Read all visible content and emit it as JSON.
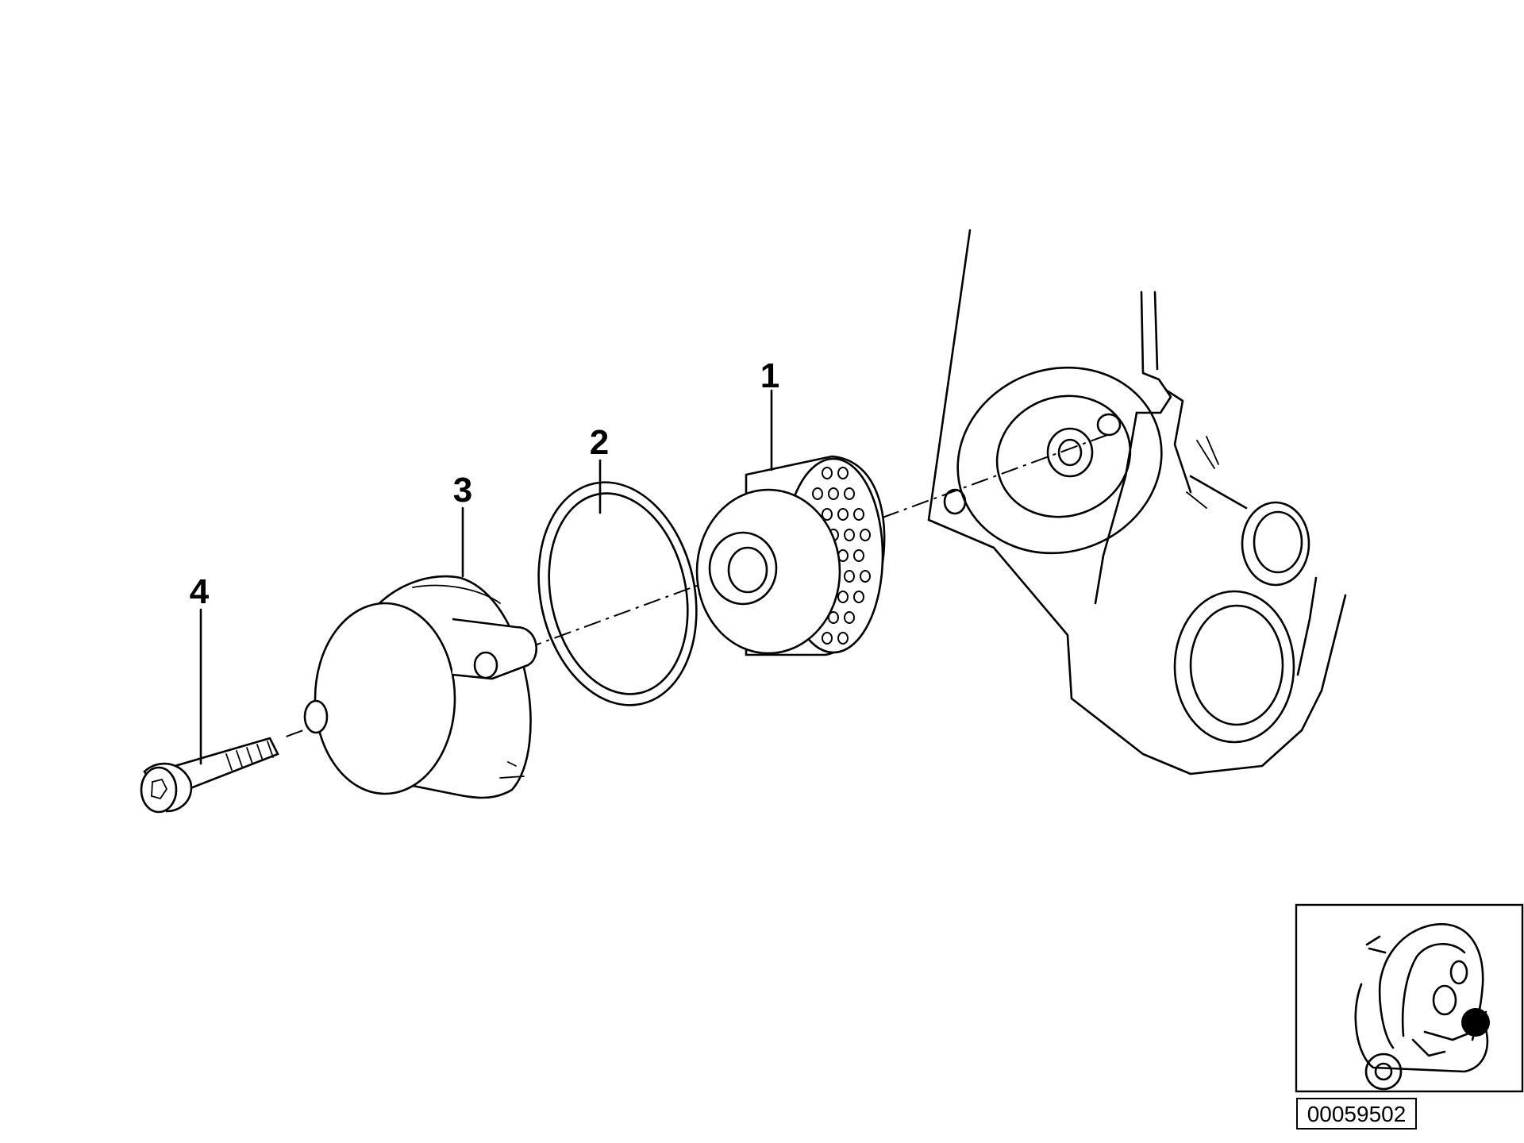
{
  "callouts": {
    "part_1": "1",
    "part_2": "2",
    "part_3": "3",
    "part_4": "4"
  },
  "reference_number": "00059502"
}
